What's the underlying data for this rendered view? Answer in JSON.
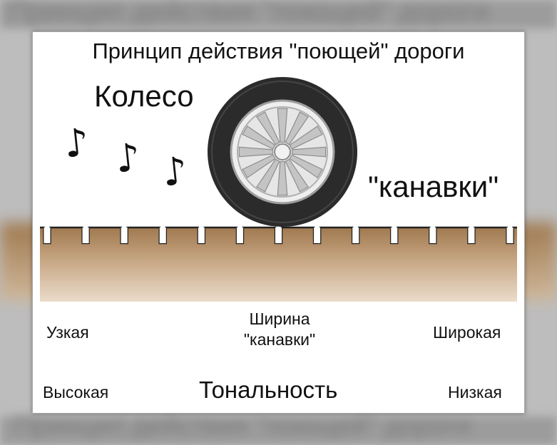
{
  "background_text": {
    "top": "Принцип действия \"поющей\" дороги",
    "bottom": "Принцип действия \"поющей\" дороги"
  },
  "diagram": {
    "title": "Принцип действия \"поющей\" дороги",
    "wheel_label": "Колесо",
    "grooves_label": "\"канавки\"",
    "notes": [
      "♪",
      "♪",
      "♪"
    ],
    "groove_count": 13,
    "width_scale": {
      "left": "Узкая",
      "center_line1": "Ширина",
      "center_line2": "\"канавки\"",
      "right": "Широкая"
    },
    "tone_scale": {
      "left": "Высокая",
      "center": "Тональность",
      "right": "Низкая"
    }
  },
  "colors": {
    "soil_top": "#a0794f",
    "soil_bottom": "#ebdccb",
    "tire": "#2b2b2b",
    "rim": "#b5b5b5",
    "backdrop": "#bdbdbd"
  }
}
